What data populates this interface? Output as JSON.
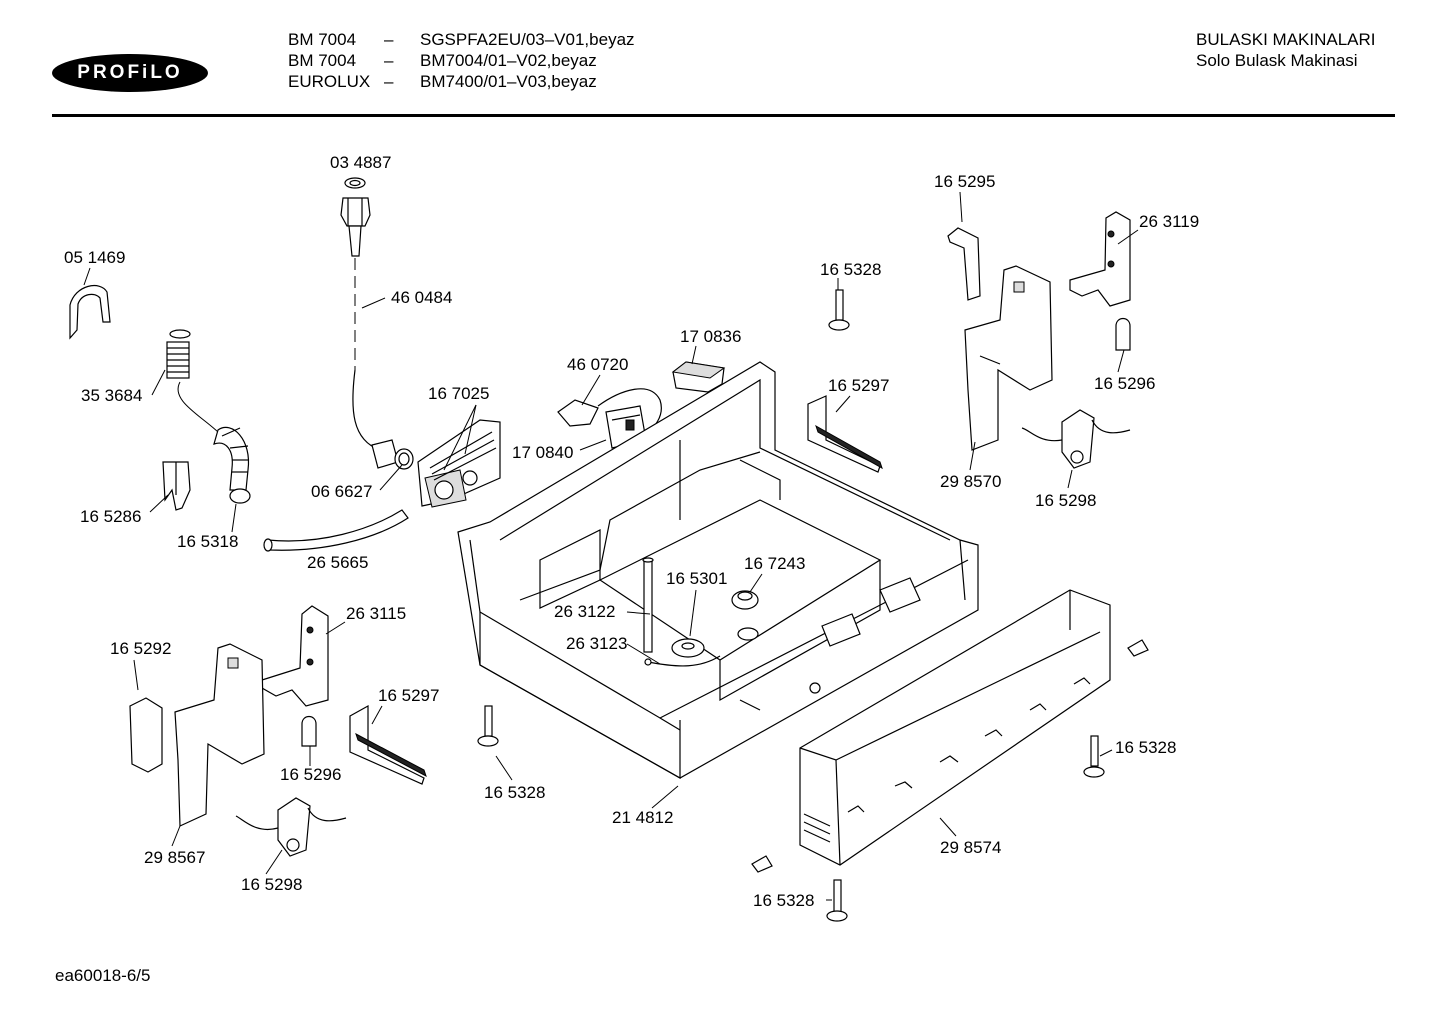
{
  "header": {
    "brand": "PROFiLO",
    "models": [
      {
        "name": "BM 7004",
        "dash": "–",
        "code": "SGSPFA2EU/03–V01,beyaz"
      },
      {
        "name": "BM 7004",
        "dash": "–",
        "code": "BM7004/01–V02,beyaz"
      },
      {
        "name": "EUROLUX",
        "dash": "–",
        "code": "BM7400/01–V03,beyaz"
      }
    ],
    "category": "BULASKI MAKINALARI",
    "subcategory": "Solo Bulask Makinasi"
  },
  "parts": {
    "p034887": "03 4887",
    "p460484": "46 0484",
    "p051469": "05 1469",
    "p353684": "35 3684",
    "p165286": "16 5286",
    "p165318": "16 5318",
    "p066627": "06 6627",
    "p167025": "16 7025",
    "p265665": "26 5665",
    "p460720": "46 0720",
    "p170836": "17 0836",
    "p170840": "17 0840",
    "p165328_a": "16 5328",
    "p165297_a": "16 5297",
    "p165295": "16 5295",
    "p263119": "26 3119",
    "p165296_a": "16 5296",
    "p298570": "29 8570",
    "p165298_a": "16 5298",
    "p263115": "26 3115",
    "p165292": "16 5292",
    "p165297_b": "16 5297",
    "p165296_b": "16 5296",
    "p298567": "29 8567",
    "p165298_b": "16 5298",
    "p165328_b": "16 5328",
    "p214812": "21 4812",
    "p263122": "26 3122",
    "p263123": "26 3123",
    "p165301": "16 5301",
    "p167243": "16 7243",
    "p165328_c": "16 5328",
    "p298574": "29 8574",
    "p165328_d": "16 5328"
  },
  "footer": {
    "drawing_id": "ea60018-6/5"
  }
}
